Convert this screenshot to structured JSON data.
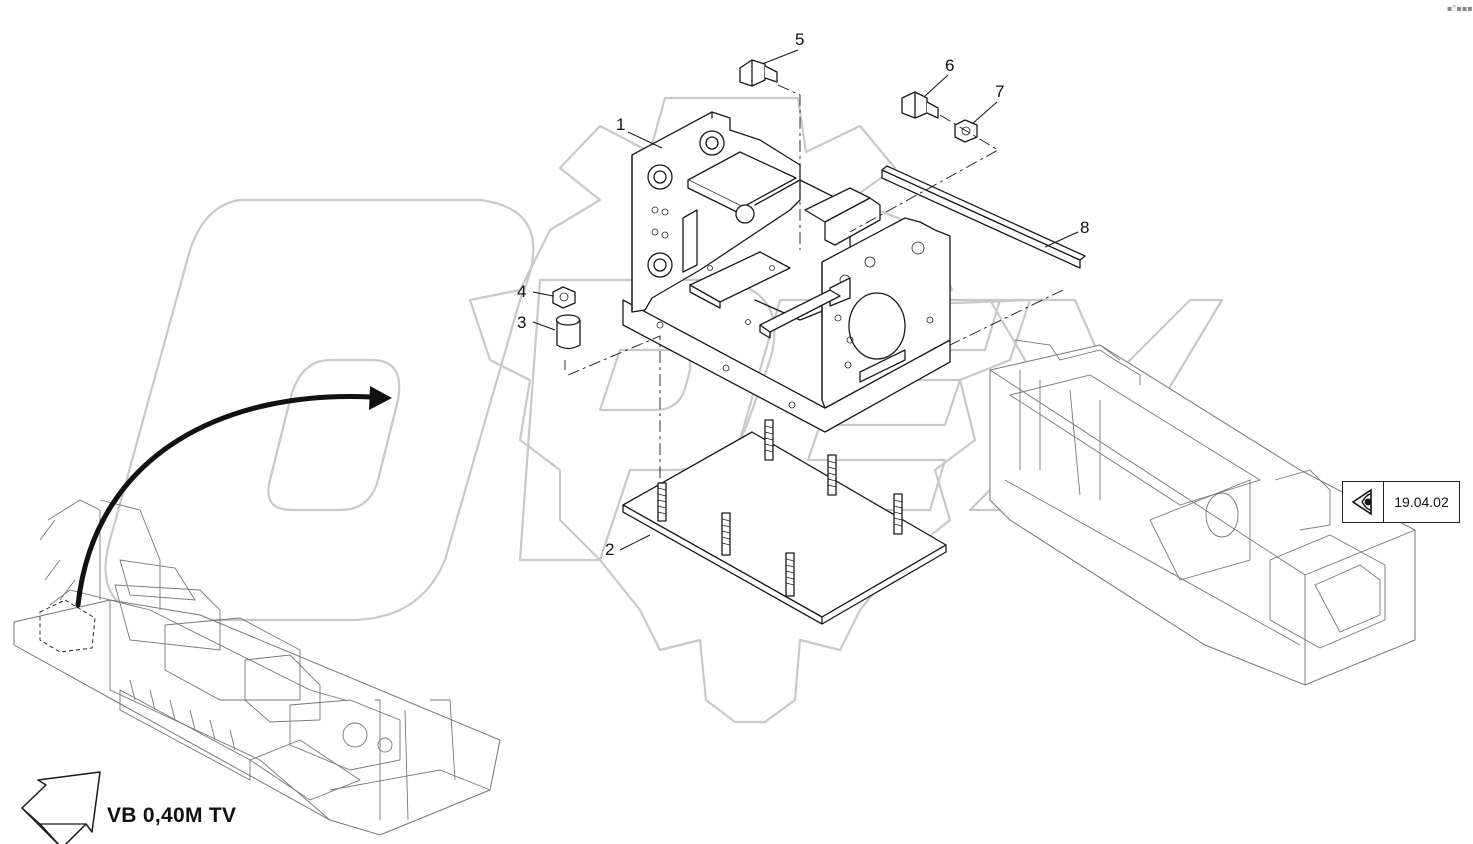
{
  "callouts": [
    {
      "id": "1",
      "label": "1"
    },
    {
      "id": "2",
      "label": "2"
    },
    {
      "id": "3",
      "label": "3"
    },
    {
      "id": "4",
      "label": "4"
    },
    {
      "id": "5",
      "label": "5"
    },
    {
      "id": "6",
      "label": "6"
    },
    {
      "id": "7",
      "label": "7"
    },
    {
      "id": "8",
      "label": "8"
    }
  ],
  "reference": {
    "icon": "eye-icon",
    "code": "19.04.02"
  },
  "variant": {
    "label": "VB 0,40M TV",
    "icon": "direction-arrow-icon"
  },
  "watermark": {
    "text": "OPEX",
    "icon": "gear-icon",
    "color": "#c9c9c9"
  },
  "corner_mark": "▪°▪▪▪",
  "colors": {
    "line": "#1a1a1a",
    "background": "#ffffff",
    "context_line": "#777777"
  }
}
